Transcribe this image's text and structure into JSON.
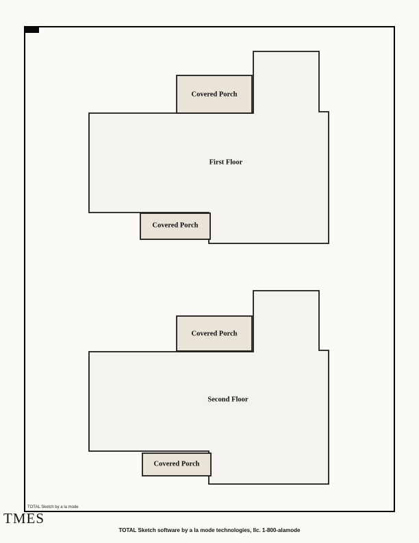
{
  "colors": {
    "page_bg": "#fbfaf6",
    "floor_fill": "#f4f3ef",
    "porch_fill": "#e9e3d8",
    "outline": "#1a1a1a"
  },
  "first_floor": {
    "name": "First Floor",
    "top_porch": "Covered Porch",
    "bottom_porch": "Covered Porch"
  },
  "second_floor": {
    "name": "Second Floor",
    "top_porch": "Covered Porch",
    "bottom_porch": "Covered Porch"
  },
  "branding": {
    "sketch_credit": "TOTAL Sketch by a la mode",
    "watermark": "TMES",
    "footer": "TOTAL Sketch software by a la mode technologies, llc. 1-800-alamode"
  }
}
